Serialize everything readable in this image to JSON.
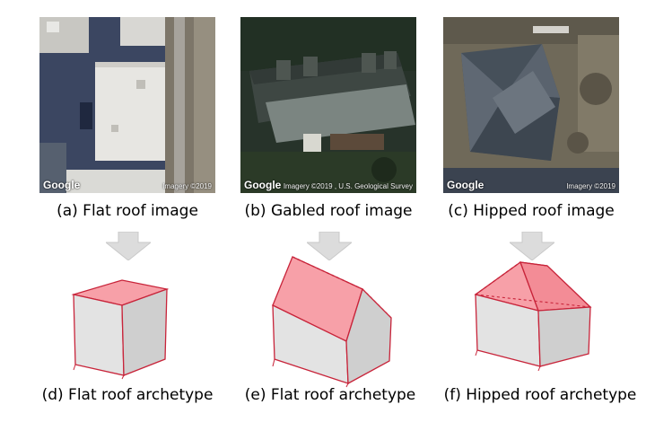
{
  "panels": [
    {
      "caption": "(a) Flat roof image",
      "watermark": "Google",
      "credit": "Imagery ©2019"
    },
    {
      "caption": "(b) Gabled roof image",
      "watermark": "Google",
      "credit": "Imagery ©2019 , U.S. Geological Survey"
    },
    {
      "caption": "(c) Hipped roof image",
      "watermark": "Google",
      "credit": "Imagery ©2019"
    }
  ],
  "archetypes": [
    {
      "caption": "(d) Flat roof archetype"
    },
    {
      "caption": "(e) Flat roof archetype"
    },
    {
      "caption": "(f) Hipped roof archetype"
    }
  ],
  "colors": {
    "roof_fill": "#f7a0a8",
    "outline": "#c8243a",
    "wall_light": "#e3e3e3",
    "wall_dark": "#cfcfcf",
    "arrow": "#d9d9d9"
  }
}
